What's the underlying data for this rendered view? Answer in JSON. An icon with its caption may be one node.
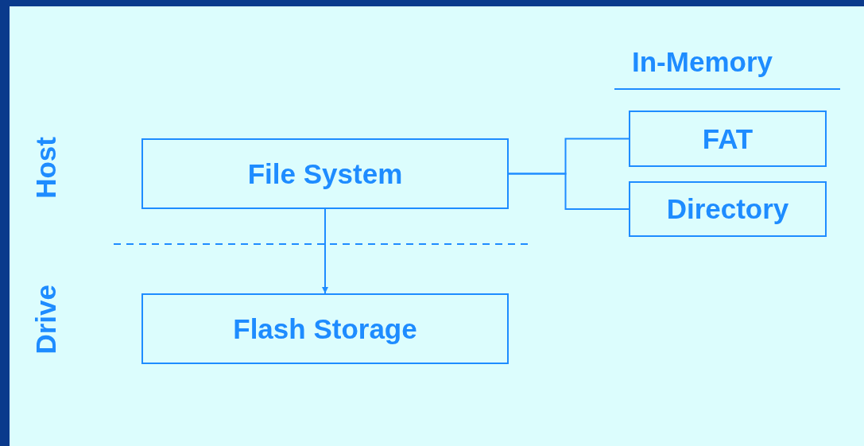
{
  "diagram": {
    "nodes": [
      {
        "text": [
          "File System"
        ]
      },
      {
        "text": [
          "FAT"
        ]
      },
      {
        "text": [
          "Directory"
        ]
      },
      {
        "text": [
          "Flash Storage"
        ]
      }
    ],
    "edges": [
      {
        "from": 0,
        "to": 1,
        "arrow": "none"
      },
      {
        "from": 0,
        "to": 2,
        "arrow": "none"
      },
      {
        "from": 0,
        "to": 3,
        "arrow": "to"
      }
    ],
    "labels": [
      "In-Memory",
      "Host",
      "Drive"
    ]
  }
}
